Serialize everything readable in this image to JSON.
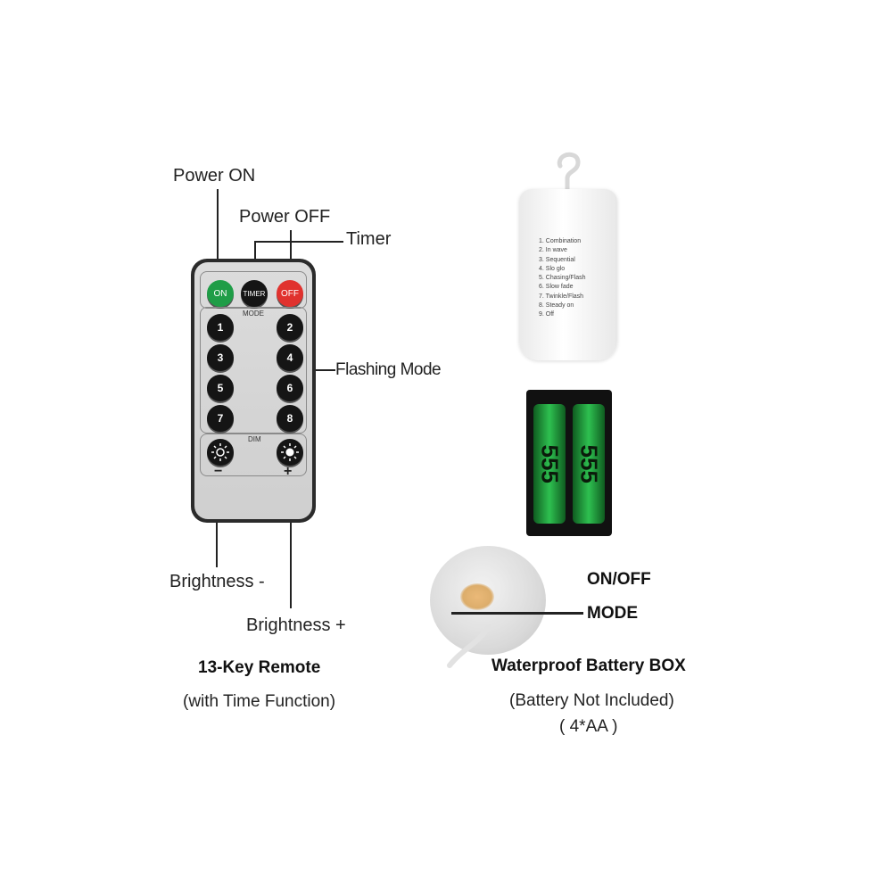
{
  "callouts": {
    "power_on": "Power ON",
    "power_off": "Power OFF",
    "timer": "Timer",
    "flashing_mode": "Flashing Mode",
    "brightness_minus": "Brightness -",
    "brightness_plus": "Brightness +"
  },
  "remote": {
    "on_label": "ON",
    "timer_label": "TIMER",
    "off_label": "OFF",
    "mode_label": "MODE",
    "dim_label": "DIM",
    "minus_sign": "−",
    "plus_sign": "+",
    "keys": [
      "1",
      "2",
      "3",
      "4",
      "5",
      "6",
      "7",
      "8"
    ],
    "colors": {
      "on": "#1f9d47",
      "off": "#e0322e",
      "key": "#151515"
    }
  },
  "controller": {
    "modes": [
      "1. Combination",
      "2. In wave",
      "3. Sequential",
      "4. Slo glo",
      "5. Chasing/Flash",
      "6. Slow fade",
      "7. Twinkle/Flash",
      "8. Steady on",
      "9. Off"
    ]
  },
  "batteries": {
    "cell_text": "555"
  },
  "battery_box": {
    "on_off_label": "ON/OFF",
    "mode_label": "MODE"
  },
  "captions": {
    "remote_title": "13-Key Remote",
    "remote_subtitle": "(with Time Function)",
    "box_title": "Waterproof Battery BOX",
    "box_subtitle": "(Battery Not Included)",
    "box_note": "( 4*AA )"
  }
}
